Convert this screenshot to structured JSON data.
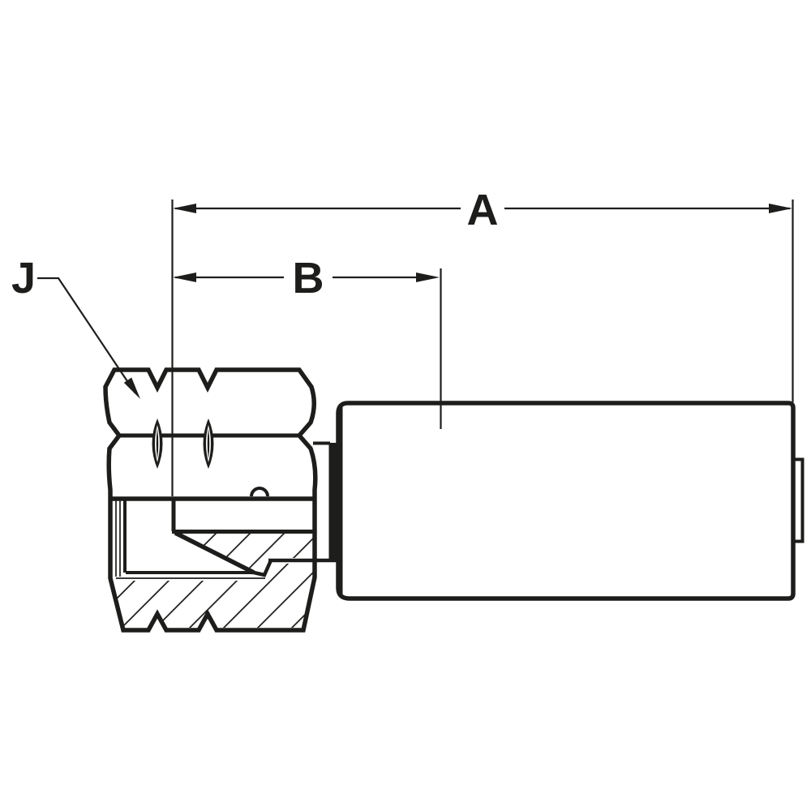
{
  "diagram": {
    "type": "technical-drawing",
    "subject": "hydraulic hose crimp fitting, female swivel nut with ferrule, partial section view",
    "background_color": "#ffffff",
    "line_color": "#1d1d1b",
    "labels": {
      "dim_a": "A",
      "dim_b": "B",
      "leader_j": "J"
    }
  }
}
